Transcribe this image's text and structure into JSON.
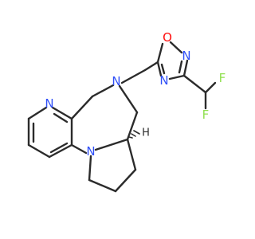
{
  "molecule": {
    "atoms": {
      "n_pyridine": "N",
      "n_diazepine": "N",
      "n_pyrrolidine": "N",
      "o_oxadiazole": "O",
      "n_oxadiazole_top": "N",
      "n_oxadiazole_bottom": "N",
      "f_top": "F",
      "f_bottom": "F",
      "h_stereo": "H"
    },
    "colors": {
      "bond": "#2b2b2b",
      "nitrogen": "#3050f8",
      "oxygen": "#ff0d0d",
      "fluorine": "#90e050"
    }
  }
}
